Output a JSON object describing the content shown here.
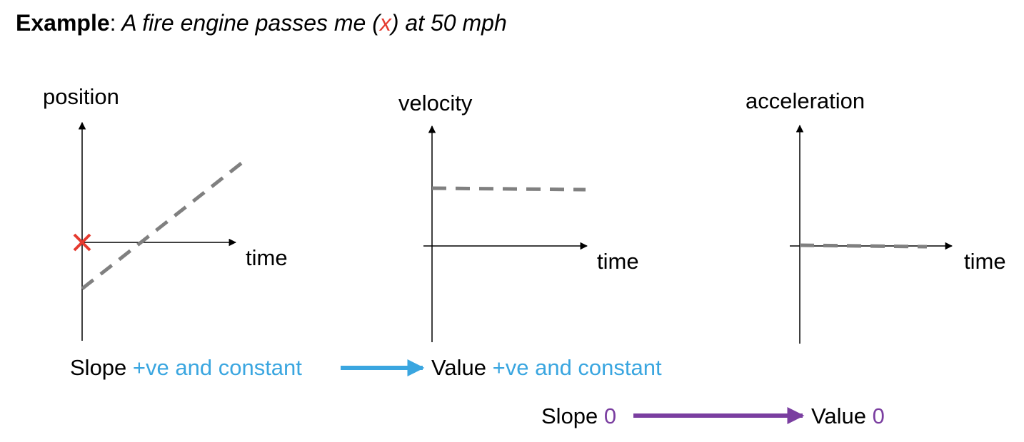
{
  "title": {
    "bold": "Example",
    "colon": ":",
    "italic_before": " A fire engine passes me (",
    "marker": "x",
    "italic_after": ") at 50 mph"
  },
  "graphs": {
    "position": {
      "ylabel": "position",
      "xlabel": "time"
    },
    "velocity": {
      "ylabel": "velocity",
      "xlabel": "time"
    },
    "acceleration": {
      "ylabel": "acceleration",
      "xlabel": "time"
    }
  },
  "captions": {
    "row1": {
      "left_word": "Slope",
      "left_value": "+ve and constant",
      "right_word": "Value",
      "right_value": "+ve and constant"
    },
    "row2": {
      "left_word": "Slope",
      "left_value": "0",
      "right_word": "Value",
      "right_value": "0"
    }
  },
  "colors": {
    "blue": "#3aa6e0",
    "purple": "#7a3ea0",
    "red_marker": "#e53a2f",
    "dashed_line": "#808080"
  }
}
